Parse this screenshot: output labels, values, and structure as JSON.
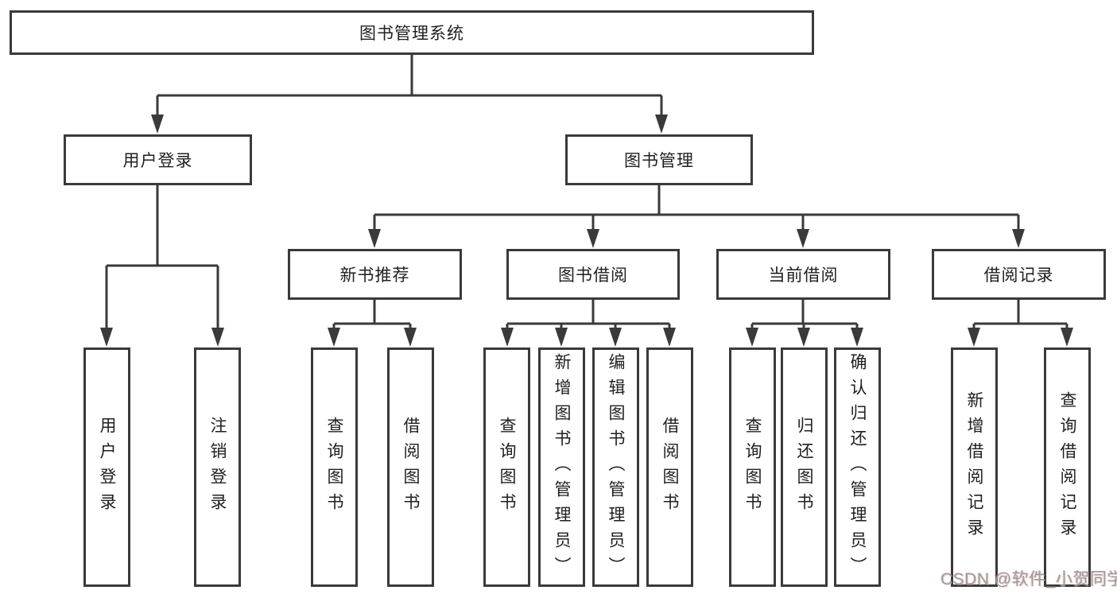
{
  "diagram": {
    "root": {
      "label": "图书管理系统"
    },
    "user_login": {
      "label": "用户登录",
      "children": [
        {
          "label": "用户登录"
        },
        {
          "label": "注销登录"
        }
      ]
    },
    "book_management": {
      "label": "图书管理",
      "children": [
        {
          "label": "新书推荐",
          "children": [
            {
              "label": "查询图书"
            },
            {
              "label": "借阅图书"
            }
          ]
        },
        {
          "label": "图书借阅",
          "children": [
            {
              "label": "查询图书"
            },
            {
              "label": "新增图书（管理员）"
            },
            {
              "label": "编辑图书（管理员）"
            },
            {
              "label": "借阅图书"
            }
          ]
        },
        {
          "label": "当前借阅",
          "children": [
            {
              "label": "查询图书"
            },
            {
              "label": "归还图书"
            },
            {
              "label": "确认归还（管理员）"
            }
          ]
        },
        {
          "label": "借阅记录",
          "children": [
            {
              "label": "新增借阅记录"
            },
            {
              "label": "查询借阅记录"
            }
          ]
        }
      ]
    },
    "colors": {
      "line": "#3a3a3a",
      "box_border": "#3a3a3a",
      "box_fill": "#ffffff",
      "text": "#1f1f1f",
      "watermark": "#9d9d9d",
      "background": "#ffffff"
    }
  },
  "watermark": {
    "text": "CSDN @软件_小贺同学"
  }
}
